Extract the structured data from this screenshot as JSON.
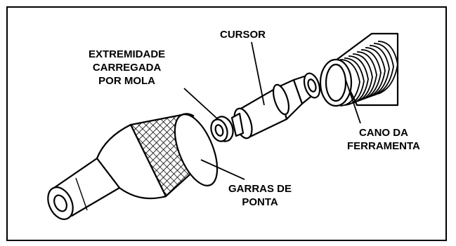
{
  "labels": {
    "cursor": "CURSOR",
    "spring_tip": "EXTREMIDADE\nCARREGADA\nPOR MOLA",
    "tool_barrel": "CANO DA\nFERRAMENTA",
    "tip_jaws": "GARRAS DE\nPONTA"
  }
}
